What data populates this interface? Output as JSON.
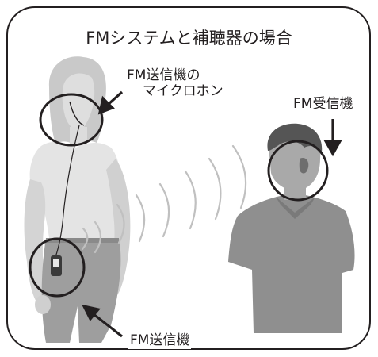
{
  "title": "FMシステムと補聴器の場合",
  "labels": {
    "transmitter_mic_line1": "FM送信機の",
    "transmitter_mic_line2": "マイクロホン",
    "receiver": "FM受信機",
    "transmitter": "FM送信機"
  },
  "colors": {
    "outline": "#231f20",
    "woman_light": "#d6d6d6",
    "woman_mid": "#bdbdbd",
    "woman_pants": "#9a9a9a",
    "man_shirt": "#8f8f8f",
    "man_skin": "#a6a6a6",
    "man_hair": "#555555",
    "waves": "#bdbdbd"
  }
}
